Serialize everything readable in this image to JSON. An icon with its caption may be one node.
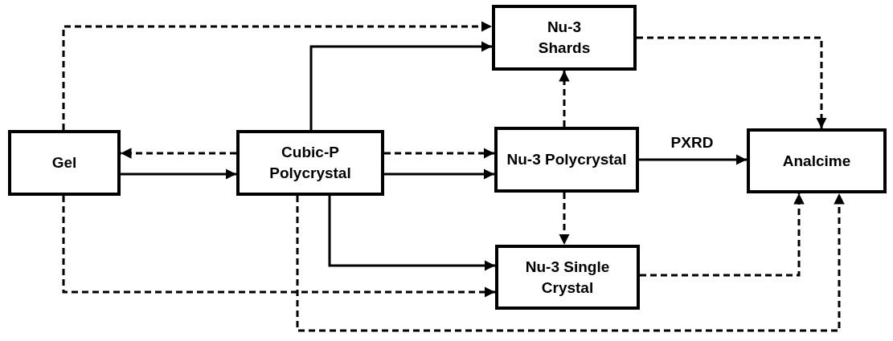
{
  "diagram": {
    "nodes": [
      {
        "text": [
          "Nu-3 Shards"
        ]
      },
      {
        "text": [
          "Gel"
        ]
      },
      {
        "text": [
          "Cubic-P Polycrystal"
        ]
      },
      {
        "text": [
          "Nu-3 Polycrystal"
        ]
      },
      {
        "text": [
          "Analcime"
        ]
      },
      {
        "text": [
          "Nu-3 Single Crystal"
        ]
      }
    ],
    "edges": [
      {
        "from": 1,
        "to": 0,
        "arrow": "to",
        "style": "dashed"
      },
      {
        "from": 2,
        "to": 0,
        "arrow": "to"
      },
      {
        "from": 2,
        "to": 1,
        "arrow": "to",
        "style": "dashed"
      },
      {
        "from": 1,
        "to": 2,
        "arrow": "to"
      },
      {
        "from": 2,
        "to": 3,
        "arrow": "to",
        "style": "dashed"
      },
      {
        "from": 2,
        "to": 3,
        "arrow": "to"
      },
      {
        "from": 3,
        "to": 0,
        "arrow": "to",
        "style": "dashed"
      },
      {
        "from": 3,
        "to": 4,
        "arrow": "to",
        "label": "PXRD"
      },
      {
        "from": 0,
        "to": 4,
        "arrow": "to",
        "style": "dashed"
      },
      {
        "from": 3,
        "to": 5,
        "arrow": "to",
        "style": "dashed"
      },
      {
        "from": 2,
        "to": 5,
        "arrow": "to"
      },
      {
        "from": 1,
        "to": 5,
        "arrow": "to",
        "style": "dashed"
      },
      {
        "from": 5,
        "to": 4,
        "arrow": "to",
        "style": "dashed"
      },
      {
        "from": 2,
        "to": 4,
        "arrow": "to",
        "style": "dashed"
      }
    ]
  }
}
